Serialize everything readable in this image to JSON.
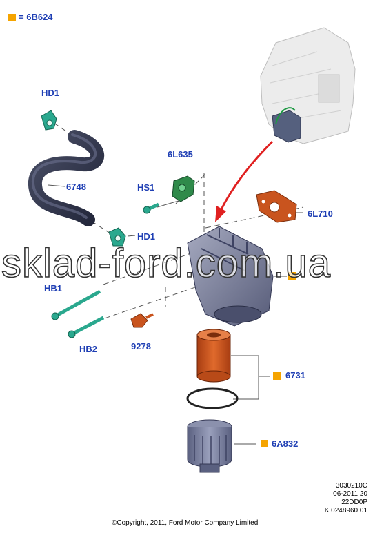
{
  "legend": {
    "symbol": "=",
    "code": "6B624",
    "square_color": "#f5a400"
  },
  "parts": {
    "hd1_top": "HD1",
    "hose": "6748",
    "sensor": "6L635",
    "screw": "HS1",
    "hd1_mid": "HD1",
    "gasket": "6L710",
    "bolt1": "HB1",
    "bolt2": "HB2",
    "plug": "9278",
    "filter": "6731",
    "cap": "6A832"
  },
  "watermark": "sklad-ford.com.ua",
  "reference": {
    "line1": "3030210C",
    "line2": "06-2011 20",
    "line3": "22DD0P",
    "line4": "K 0248960 01"
  },
  "copyright": "©Copyright, 2011, Ford Motor Company Limited",
  "colors": {
    "label": "#1f3fb4",
    "accent": "#f5a400",
    "part_orange": "#c9541e",
    "part_teal": "#2aa88e",
    "housing": "#7a7f9a",
    "arrow": "#e02020"
  }
}
